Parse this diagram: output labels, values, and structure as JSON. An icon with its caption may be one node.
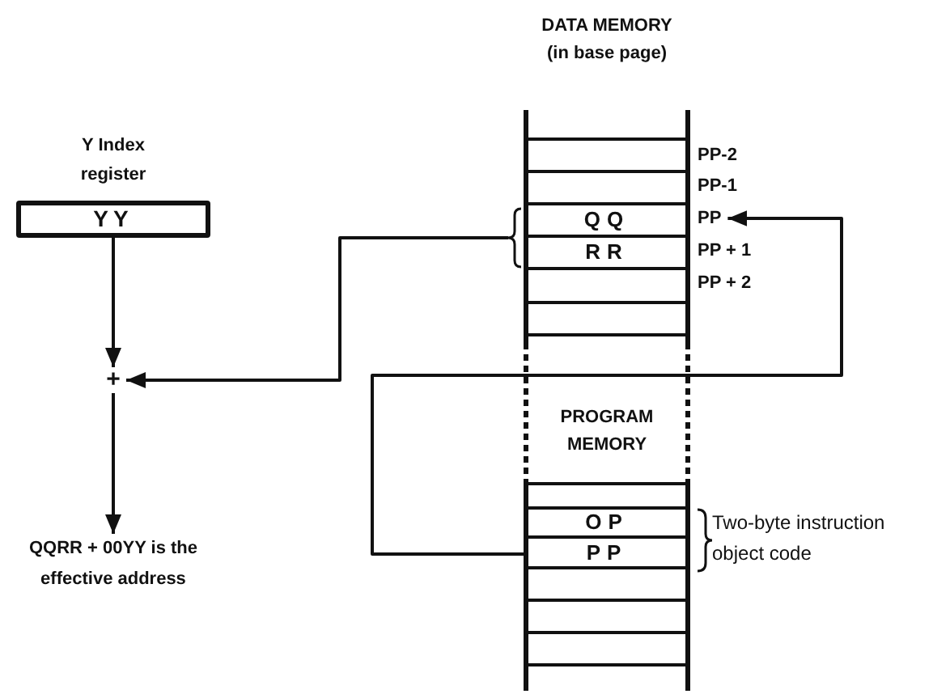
{
  "diagram": {
    "nodes": [
      {
        "text": [
          "Y Index register",
          "YY"
        ]
      },
      {
        "text": [
          "+"
        ]
      },
      {
        "text": [
          "QQRR + 00YY is the effective address"
        ]
      },
      {
        "text": [
          "DATA MEMORY (in base page)"
        ]
      },
      {
        "text": [],
        "shape": "box",
        "in": 3,
        "beside": [
          "PP-2"
        ]
      },
      {
        "text": [],
        "shape": "box",
        "in": 3,
        "beside": [
          "PP-1"
        ]
      },
      {
        "text": [
          "QQ"
        ],
        "in": 3,
        "beside": [
          "PP"
        ]
      },
      {
        "text": [
          "RR"
        ],
        "in": 3,
        "beside": [
          "PP + 1"
        ]
      },
      {
        "text": [],
        "shape": "box",
        "in": 3,
        "beside": [
          "PP + 2"
        ]
      },
      {
        "text": [],
        "shape": "box",
        "in": 3
      },
      {
        "text": [
          "PROGRAM MEMORY"
        ]
      },
      {
        "text": [],
        "shape": "box",
        "in": 10
      },
      {
        "text": [
          "OP"
        ],
        "in": 10
      },
      {
        "text": [
          "PP"
        ],
        "in": 10
      },
      {
        "text": [],
        "shape": "box",
        "in": 10
      },
      {
        "text": [],
        "shape": "box",
        "in": 10
      },
      {
        "text": [],
        "shape": "box",
        "in": 10
      }
    ],
    "edges": [
      {
        "from": 0,
        "to": 1,
        "arrow": "to"
      },
      {
        "from": 1,
        "to": 2,
        "arrow": "to"
      },
      {
        "from": 6,
        "to": 1,
        "arrow": "to"
      },
      {
        "from": 7,
        "to": 1,
        "arrow": "to"
      },
      {
        "from": 13,
        "to": 6,
        "arrow": "to"
      }
    ],
    "labels": [
      "Two-byte instruction object code"
    ]
  }
}
